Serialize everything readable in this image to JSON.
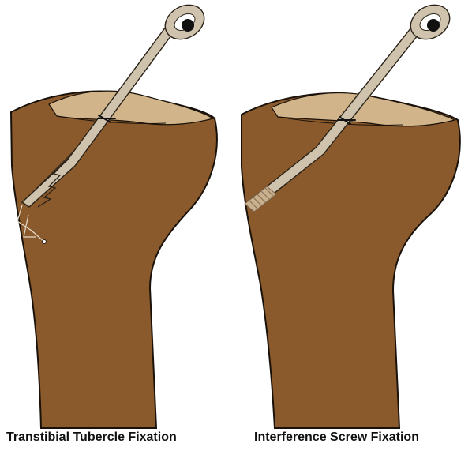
{
  "panels": [
    {
      "caption": "Transtibial Tubercle Fixation",
      "fixation": "transtibial-tubercle"
    },
    {
      "caption": "Interference Screw Fixation",
      "fixation": "interference-screw"
    }
  ],
  "colors": {
    "bone": "#8a5a2c",
    "bone_outline": "#1a120a",
    "plateau": "#d2b48a",
    "graft": "#cfc3ad",
    "graft_outline": "#2a2218",
    "screw": "#c8b08f",
    "tunnel": "#3d2f22",
    "caption_text": "#111111"
  }
}
